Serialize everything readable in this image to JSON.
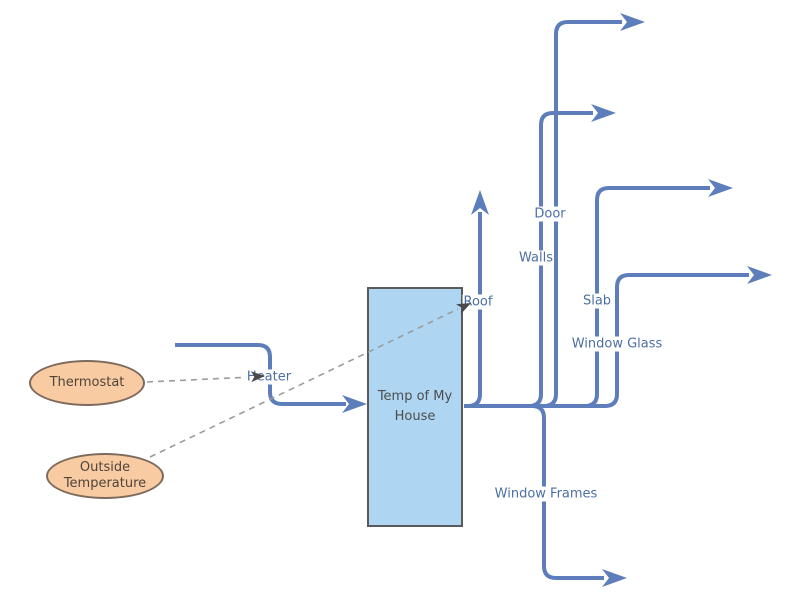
{
  "stock": {
    "label": "Temp of My\nHouse"
  },
  "variables": {
    "thermostat": {
      "label": "Thermostat"
    },
    "outside_temperature": {
      "label": "Outside\nTemperature"
    }
  },
  "flows": {
    "heater": {
      "label": "Heater"
    },
    "roof": {
      "label": "Roof"
    },
    "door": {
      "label": "Door"
    },
    "walls": {
      "label": "Walls"
    },
    "slab": {
      "label": "Slab"
    },
    "window_glass": {
      "label": "Window Glass"
    },
    "window_frames": {
      "label": "Window Frames"
    }
  },
  "colors": {
    "pipe": "#5d7eba",
    "flow_label_text": "#4b6fa5",
    "stock_fill": "#aed6f2",
    "stock_border": "#5a5a5a",
    "stock_text": "#4d4d4d",
    "variable_fill": "#f9cba2",
    "variable_border": "#7c6a5c",
    "variable_text": "#4e443b",
    "connector": "#9c9c9c",
    "connector_arrow": "#4a4a4a",
    "canvas": "#ffffff"
  }
}
